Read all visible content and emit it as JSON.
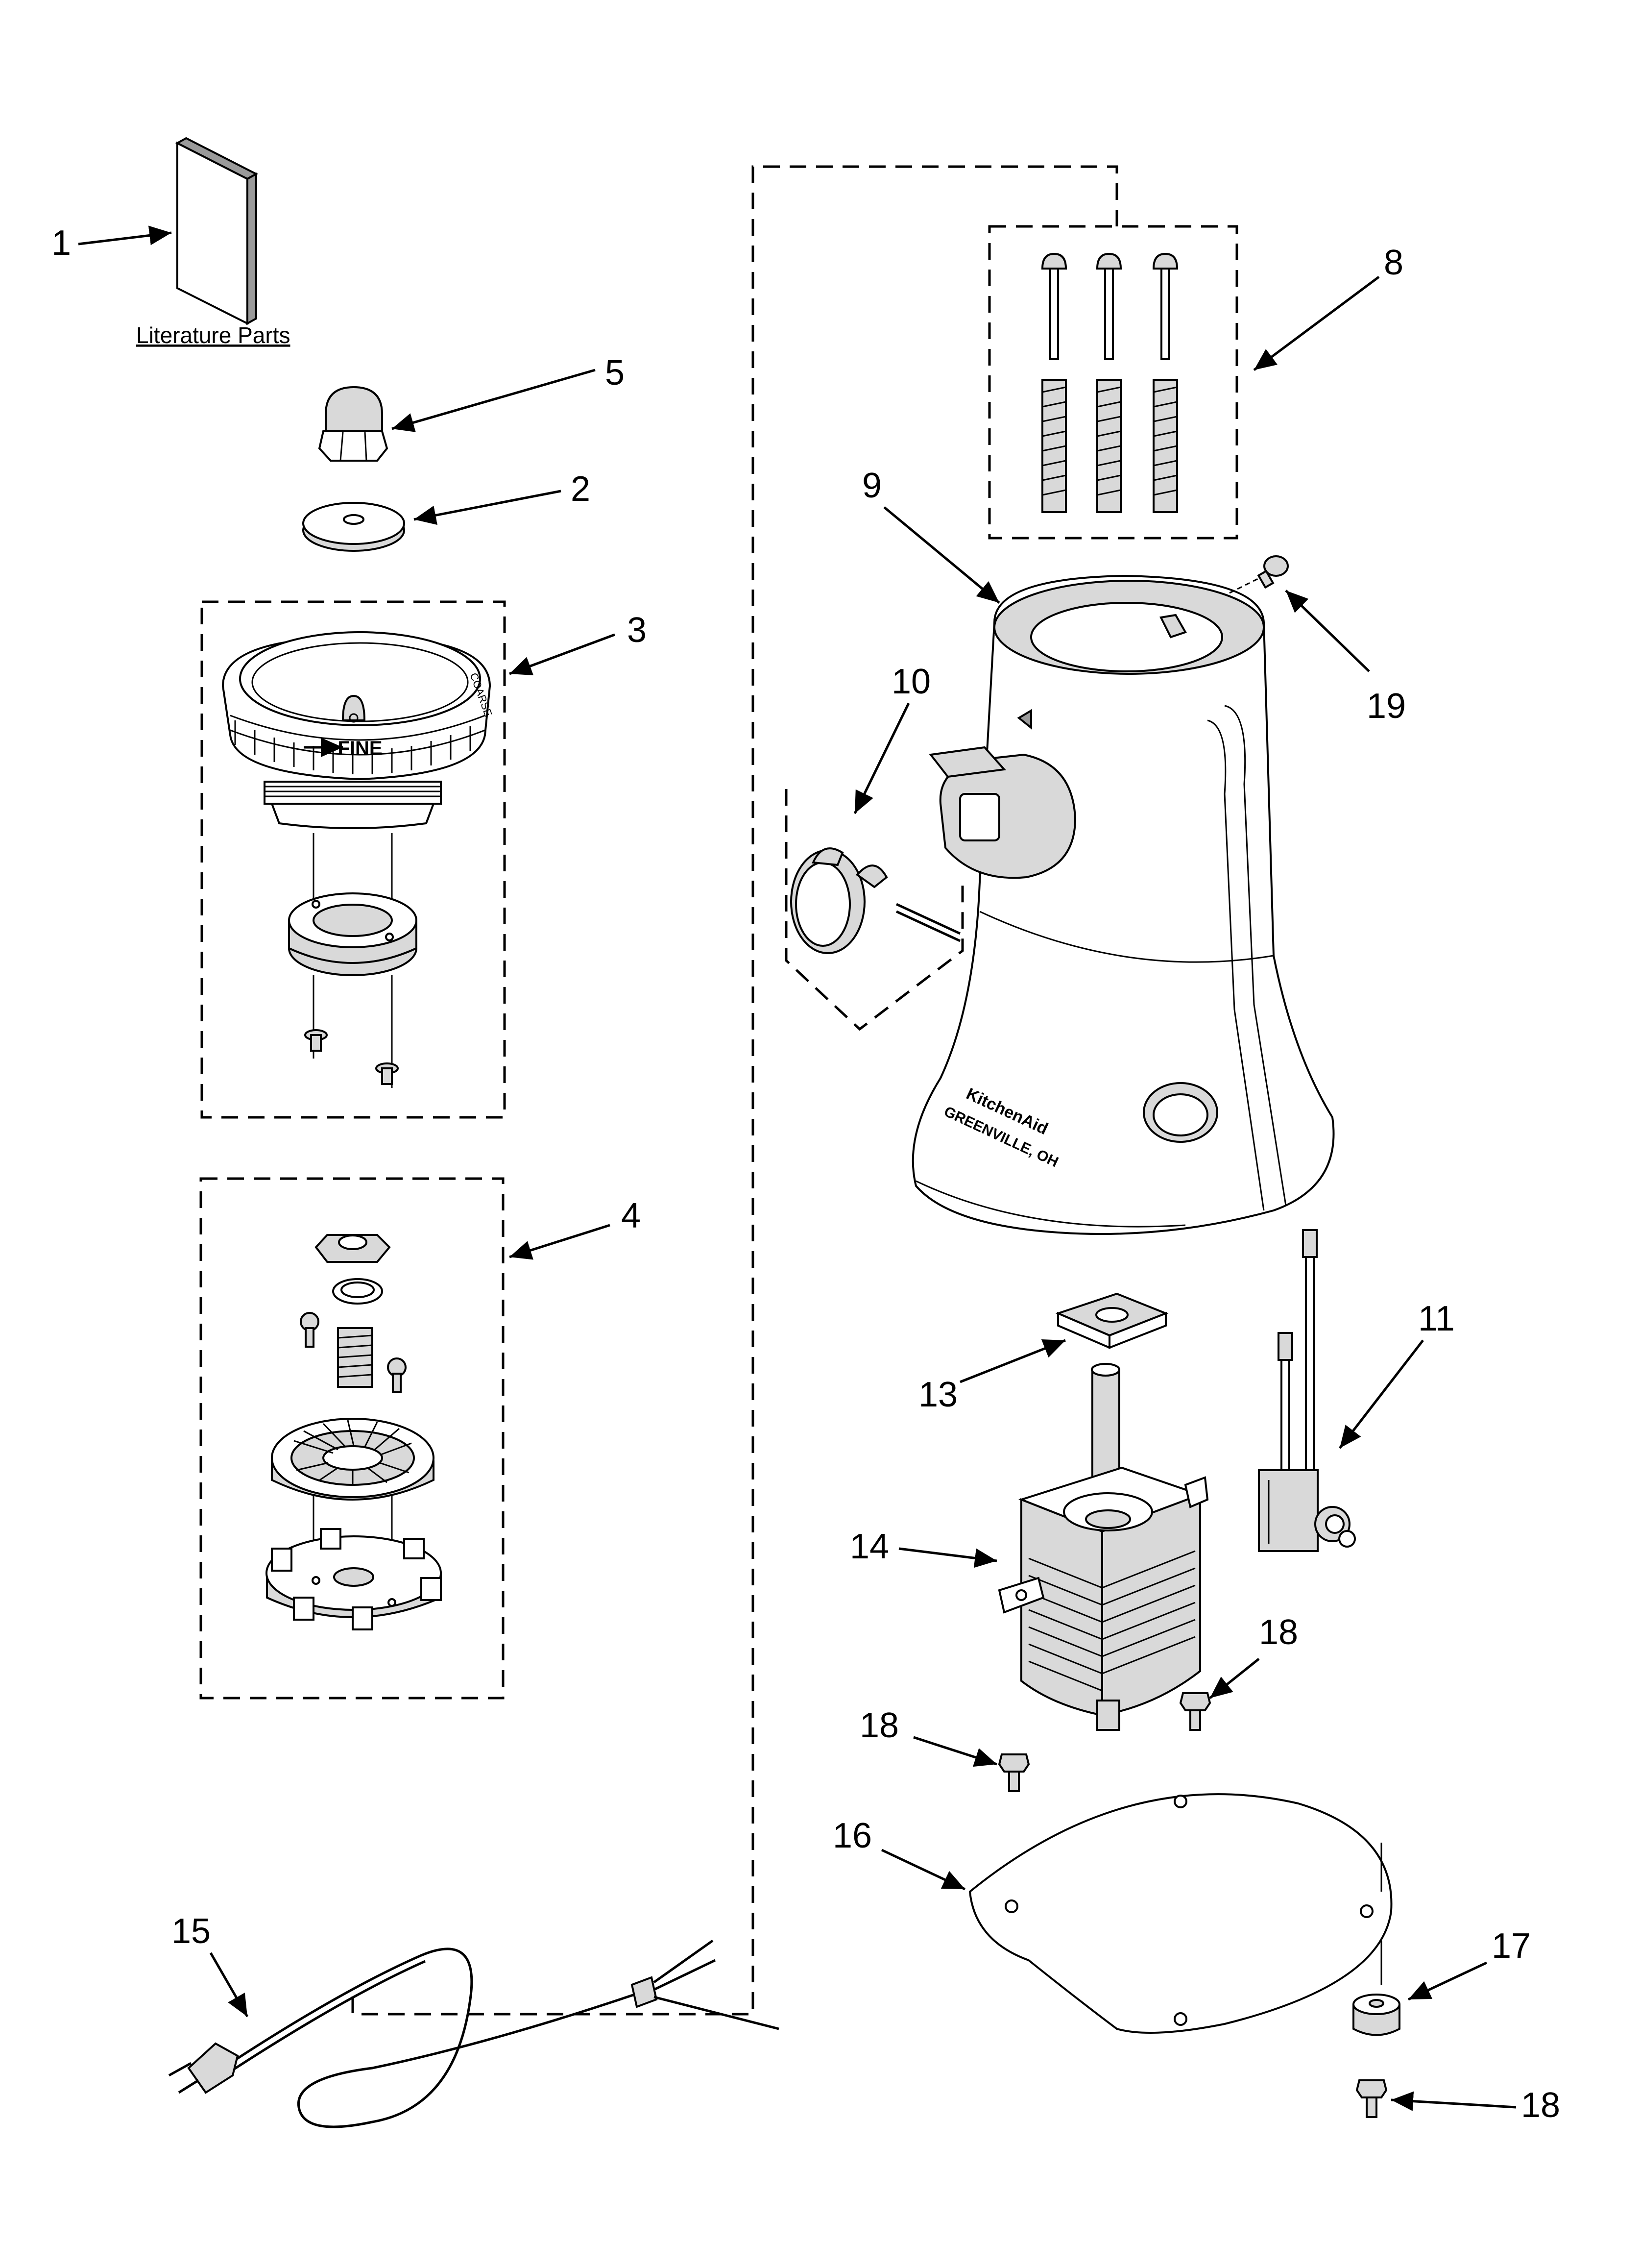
{
  "diagram": {
    "literature_label": "Literature Parts",
    "callouts": {
      "c1": "1",
      "c2": "2",
      "c3": "3",
      "c4": "4",
      "c5": "5",
      "c8": "8",
      "c9": "9",
      "c10": "10",
      "c11": "11",
      "c13": "13",
      "c14": "14",
      "c15": "15",
      "c16": "16",
      "c17": "17",
      "c18a": "18",
      "c18b": "18",
      "c18c": "18",
      "c19": "19"
    },
    "housing_logo": [
      "KitchenAid",
      "GREENVILLE, OH"
    ],
    "adjust_ring": {
      "fine": "FINE",
      "coarse": "COARSE"
    }
  }
}
